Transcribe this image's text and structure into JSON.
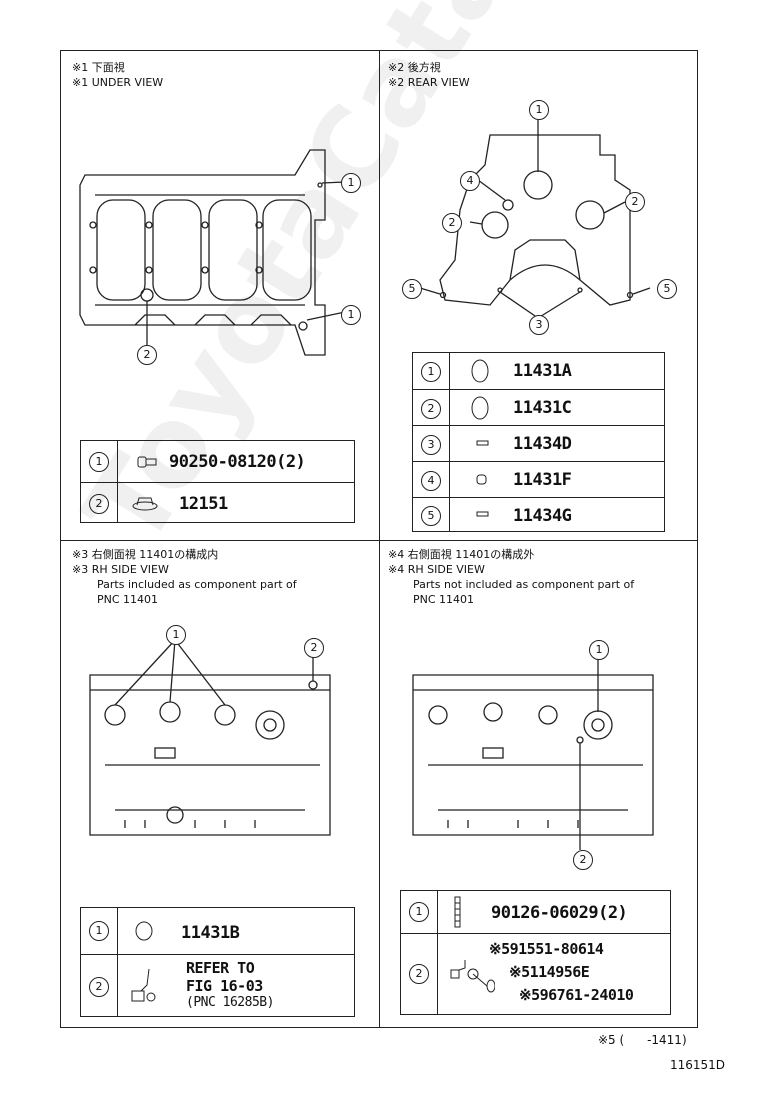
{
  "watermark": "ToyotaCatalog.ru",
  "panels": {
    "p1": {
      "title_jp": "※1 下面視",
      "title_en": "※1 UNDER VIEW"
    },
    "p2": {
      "title_jp": "※2 後方視",
      "title_en": "※2 REAR VIEW"
    },
    "p3": {
      "title_jp": "※3 右側面視 11401の構成内",
      "title_en": "※3 RH SIDE VIEW",
      "note1": "Parts included as component part of",
      "note2": "PNC 11401"
    },
    "p4": {
      "title_jp": "※4 右側面視 11401の構成外",
      "title_en": "※4 RH SIDE VIEW",
      "note1": "Parts not included as component part of",
      "note2": "PNC 11401"
    }
  },
  "tables": {
    "t1": [
      {
        "num": "1",
        "part": "90250-08120(2)",
        "icon": "plug-icon"
      },
      {
        "num": "2",
        "part": "12151",
        "icon": "cap-icon"
      }
    ],
    "t2": [
      {
        "num": "1",
        "part": "11431A",
        "icon": "disc-plug-icon"
      },
      {
        "num": "2",
        "part": "11431C",
        "icon": "disc-plug-icon"
      },
      {
        "num": "3",
        "part": "11434D",
        "icon": "pin-icon"
      },
      {
        "num": "4",
        "part": "11431F",
        "icon": "small-plug-icon"
      },
      {
        "num": "5",
        "part": "11434G",
        "icon": "pin-icon"
      }
    ],
    "t3": [
      {
        "num": "1",
        "part": "11431B",
        "icon": "disc-plug-icon"
      },
      {
        "num": "2",
        "line1": "REFER TO",
        "line2": "FIG 16-03",
        "line3": "(PNC 16285B)",
        "icon": "sensor-icon"
      }
    ],
    "t4": [
      {
        "num": "1",
        "part": "90126-06029(2)",
        "icon": "stud-icon"
      },
      {
        "num": "2",
        "line1": "※591551-80614",
        "line2": "※5114956E",
        "line3": "※596761-24010",
        "icon": "bolt-oring-icon"
      }
    ]
  },
  "callouts": {
    "c1": "1",
    "c2": "2",
    "c3": "3",
    "c4": "4",
    "c5": "5"
  },
  "footer": {
    "note": "※5 (      -1411)",
    "code": "116151D"
  }
}
